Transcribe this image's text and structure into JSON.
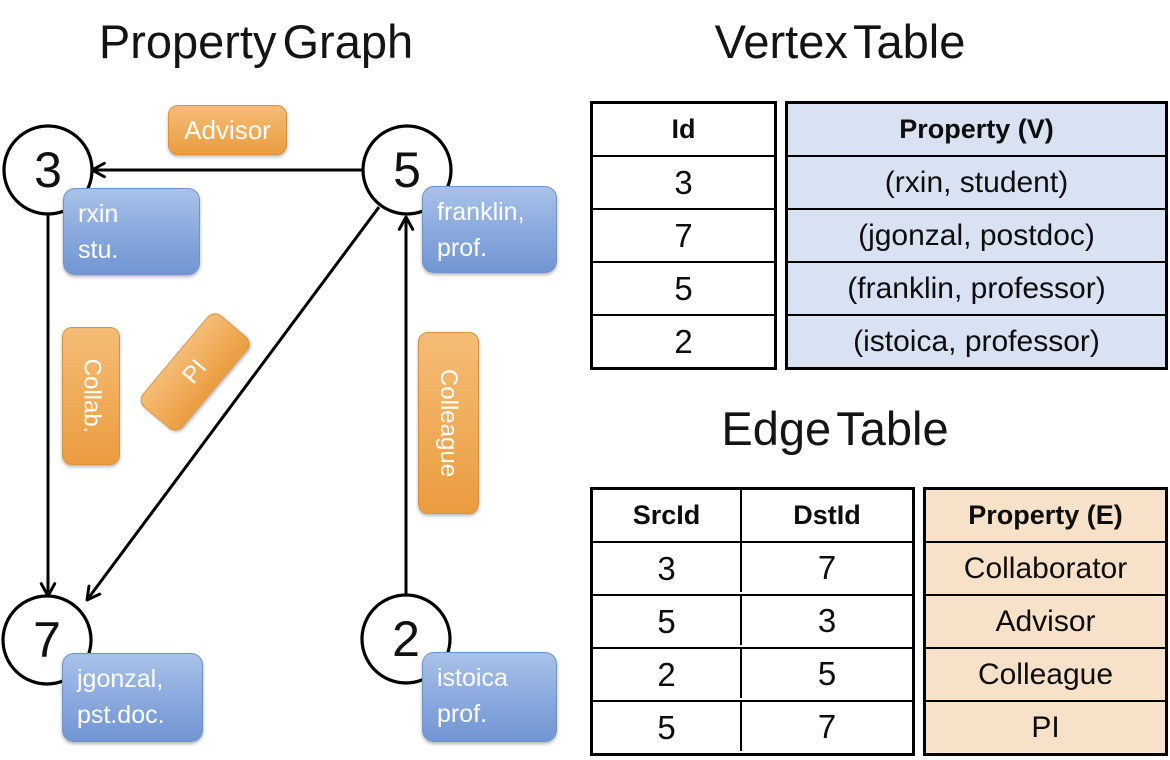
{
  "graph": {
    "title": "Property Graph",
    "nodes": [
      {
        "id": "3",
        "line1": "rxin",
        "line2": "stu."
      },
      {
        "id": "5",
        "line1": "franklin,",
        "line2": "prof."
      },
      {
        "id": "7",
        "line1": "jgonzal,",
        "line2": "pst.doc."
      },
      {
        "id": "2",
        "line1": "istoica",
        "line2": "prof."
      }
    ],
    "edge_labels": {
      "advisor": "Advisor",
      "collab": "Collab.",
      "pi": "PI",
      "colleague": "Colleague"
    }
  },
  "vertex_table": {
    "title": "Vertex Table",
    "columns": {
      "id": "Id",
      "property": "Property (V)"
    },
    "rows": [
      {
        "id": "3",
        "property": "(rxin, student)"
      },
      {
        "id": "7",
        "property": "(jgonzal, postdoc)"
      },
      {
        "id": "5",
        "property": "(franklin, professor)"
      },
      {
        "id": "2",
        "property": "(istoica, professor)"
      }
    ]
  },
  "edge_table": {
    "title": "Edge Table",
    "columns": {
      "src": "SrcId",
      "dst": "DstId",
      "property": "Property (E)"
    },
    "rows": [
      {
        "src": "3",
        "dst": "7",
        "property": "Collaborator"
      },
      {
        "src": "5",
        "dst": "3",
        "property": "Advisor"
      },
      {
        "src": "2",
        "dst": "5",
        "property": "Colleague"
      },
      {
        "src": "5",
        "dst": "7",
        "property": "PI"
      }
    ]
  },
  "colors": {
    "vertex_property_fill": "#d9e2f3",
    "edge_property_fill": "#f7e2c9",
    "orange_label": "#ee9f44",
    "blue_label": "#7b9dd7",
    "edge_stroke": "#000000"
  }
}
